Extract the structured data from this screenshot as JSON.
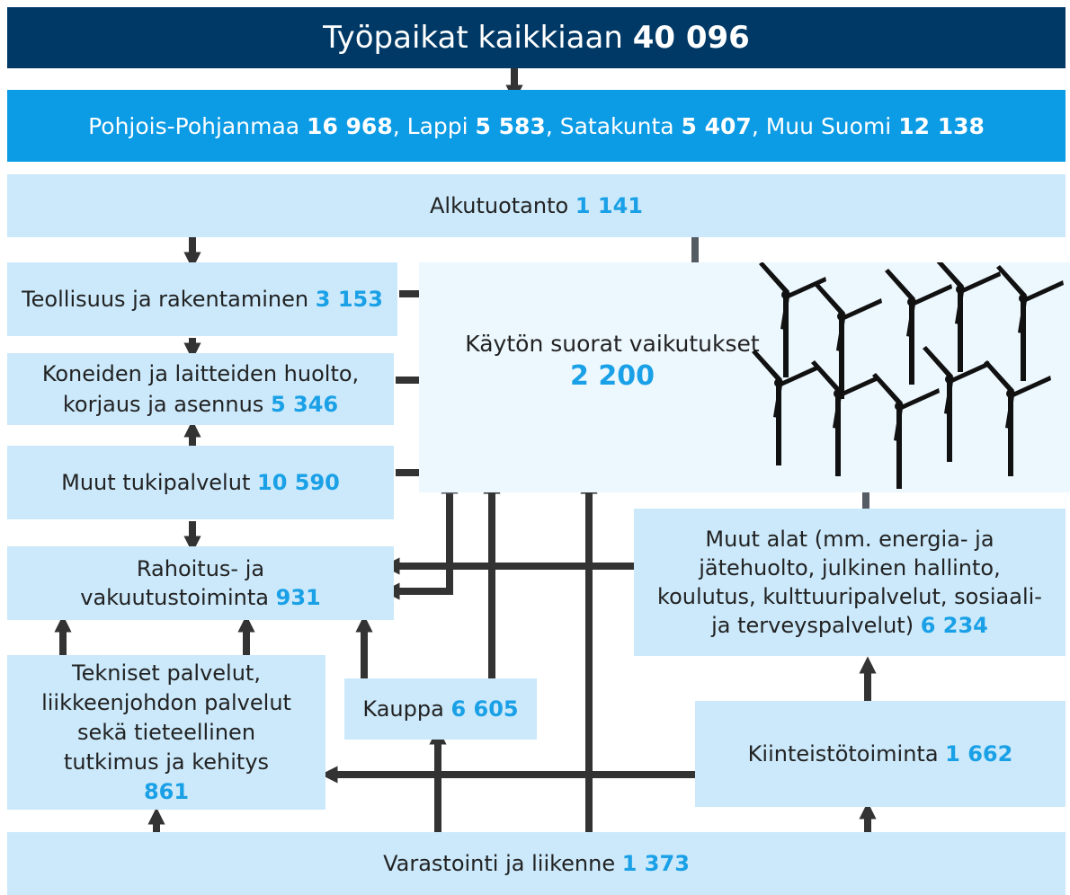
{
  "title": {
    "label": "Työpaikat kaikkiaan",
    "value": "40 096"
  },
  "regions": {
    "r1_label": "Pohjois-Pohjanmaa",
    "r1_value": "16 968",
    "r2_label": "Lappi",
    "r2_value": "5 583",
    "r3_label": "Satakunta",
    "r3_value": "5 407",
    "r4_label": "Muu Suomi",
    "r4_value": "12 138"
  },
  "alkutuotanto": {
    "label": "Alkutuotanto",
    "value": "1 141"
  },
  "teollisuus": {
    "label": "Teollisuus ja rakentaminen",
    "value": "3 153"
  },
  "koneiden": {
    "line1": "Koneiden ja laitteiden huolto,",
    "line2": "korjaus ja asennus",
    "value": "5 346"
  },
  "muut_tukipalvelut": {
    "label": "Muut tukipalvelut",
    "value": "10 590"
  },
  "rahoitus": {
    "line1": "Rahoitus- ja",
    "line2": "vakuutustoiminta",
    "value": "931"
  },
  "tekniset": {
    "line1": "Tekniset palvelut,",
    "line2": "liikkeenjohdon palvelut",
    "line3": "sekä tieteellinen",
    "line4": "tutkimus ja kehitys",
    "value": "861"
  },
  "kauppa": {
    "label": "Kauppa",
    "value": "6 605"
  },
  "kiinteisto": {
    "label": "Kiinteistötoiminta",
    "value": "1 662"
  },
  "muut_alat": {
    "line1": "Muut alat (mm. energia- ja",
    "line2": "jätehuolto, julkinen hallinto,",
    "line3": "koulutus, kulttuuripalvelut, sosiaali-",
    "line4": "ja terveyspalvelut)",
    "value": "6 234"
  },
  "kayton": {
    "label": "Käytön suorat vaikutukset",
    "value": "2 200"
  },
  "varastointi": {
    "label": "Varastointi ja liikenne",
    "value": "1 373"
  },
  "colors": {
    "dark_navy": "#003966",
    "bright_blue": "#0c9be5",
    "light_box": "#cbe9fb",
    "pale_box": "#ecf7fe",
    "number_blue": "#1aa0e6",
    "arrow": "#333333",
    "arrow_light": "#555b63"
  },
  "icons": [
    "wind-turbine-icon"
  ]
}
